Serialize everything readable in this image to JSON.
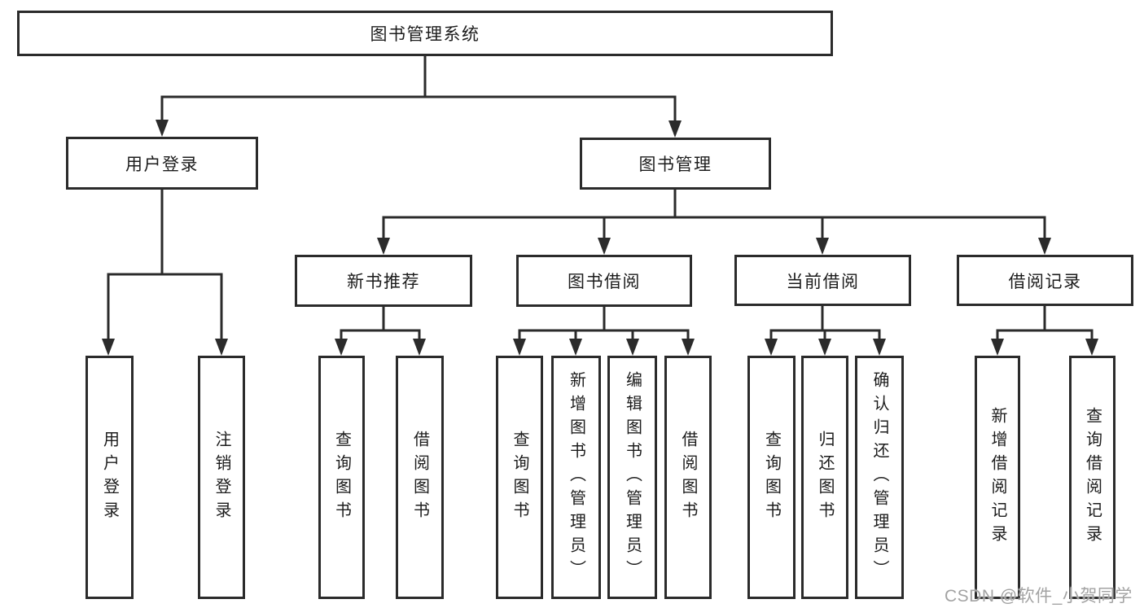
{
  "tree": {
    "root": "图书管理系统",
    "branches": [
      {
        "label": "用户登录",
        "children": [
          "用户登录",
          "注销登录"
        ]
      },
      {
        "label": "图书管理",
        "children": [
          {
            "label": "新书推荐",
            "children": [
              "查询图书",
              "借阅图书"
            ]
          },
          {
            "label": "图书借阅",
            "children": [
              "查询图书",
              "新增图书（管理员）",
              "编辑图书（管理员）",
              "借阅图书"
            ]
          },
          {
            "label": "当前借阅",
            "children": [
              "查询图书",
              "归还图书",
              "确认归还（管理员）"
            ]
          },
          {
            "label": "借阅记录",
            "children": [
              "新增借阅记录",
              "查询借阅记录"
            ]
          }
        ]
      }
    ]
  },
  "watermark": {
    "text": "CSDN @软件_小贺同学"
  },
  "colors": {
    "line": "#2b2b2b",
    "text": "#1c1c1c",
    "watermark_gray": "#a3a3a3",
    "background": "#ffffff"
  }
}
